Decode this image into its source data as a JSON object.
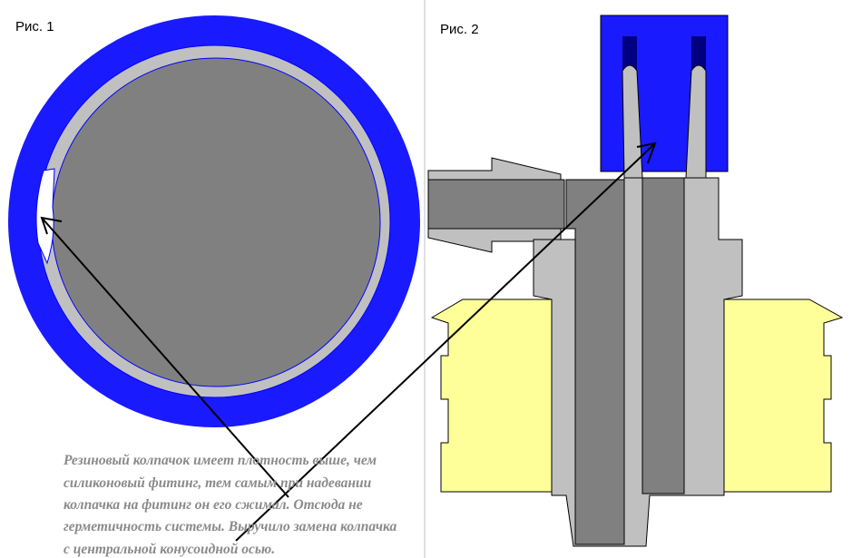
{
  "figures": {
    "fig1_label": "Рис. 1",
    "fig2_label": "Рис. 2"
  },
  "note": {
    "lines": [
      "Резиновый колпачок имеет плотность выше, чем",
      "силиконовый фитинг, тем самым при надевании",
      "колпачка на фитинг он его сжимал. Отсюда не",
      "герметичность системы. Выручило замена колпачка",
      "с центральной конусоидной осью."
    ]
  },
  "colors": {
    "cap_blue": "#1a1aff",
    "cap_blue_dark": "#000080",
    "fitting_gray": "#808080",
    "fitting_light": "#c0c0c0",
    "body_yellow": "#ffff99",
    "note_gray": "#8a8a8a"
  }
}
